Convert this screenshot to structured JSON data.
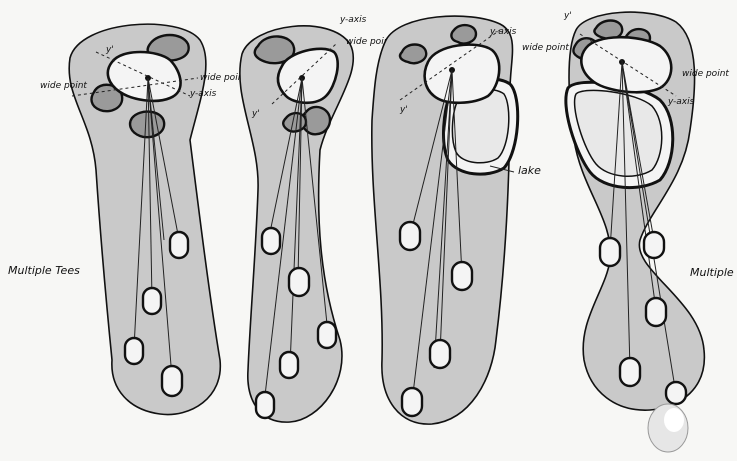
{
  "labels": {
    "multiple_tees_left": "Multiple Tees",
    "multiple_tees_right": "Multiple Tees",
    "wide_point": "wide point",
    "y_axis": "y-axis",
    "y_prime": "y'",
    "lake": "lake"
  },
  "colors": {
    "fairway": "#c9c9c9",
    "bunker": "#9a9a9a",
    "green": "#f4f4f4",
    "ink": "#111111"
  }
}
